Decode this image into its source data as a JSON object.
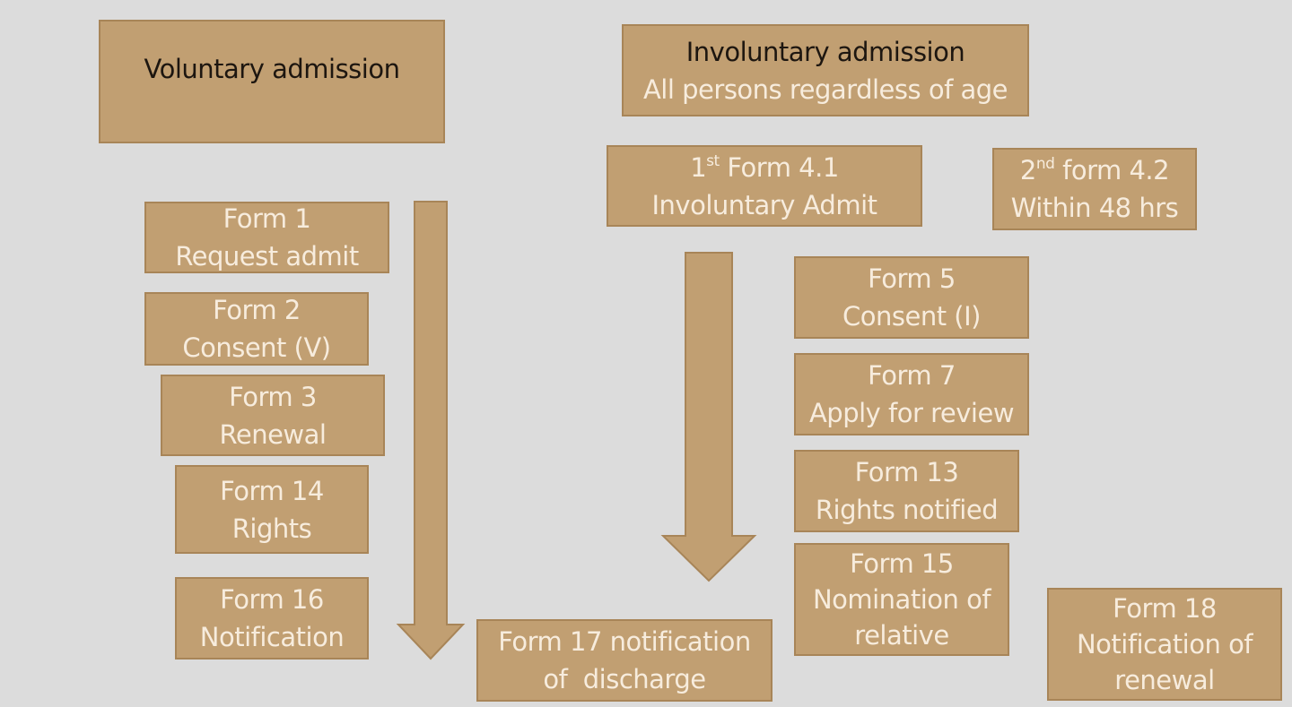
{
  "colors": {
    "background": "#dcdcdc",
    "box_fill": "#c19f72",
    "box_border": "#a88558",
    "box_text": "#f7ecdd",
    "header_text": "#1d1610"
  },
  "voluntary": {
    "title": "Voluntary admission",
    "forms": [
      {
        "line1": "Form 1",
        "line2": "Request admit"
      },
      {
        "line1": "Form 2",
        "line2": "Consent (V)"
      },
      {
        "line1": "Form 3",
        "line2": "Renewal"
      },
      {
        "line1": "Form 14",
        "line2": "Rights"
      },
      {
        "line1": "Form 16",
        "line2": "Notification"
      }
    ]
  },
  "involuntary": {
    "title": "Involuntary admission",
    "subtitle": "All persons regardless of age",
    "first_form": {
      "ordinal_num": "1",
      "ordinal_sup": "st",
      "label": "Form 4.1",
      "line2": "Involuntary Admit"
    },
    "second_form": {
      "ordinal_num": "2",
      "ordinal_sup": "nd",
      "label": "form 4.2",
      "line2": "Within 48 hrs"
    },
    "forms": [
      {
        "line1": "Form 5",
        "line2": "Consent (I)"
      },
      {
        "line1": "Form 7",
        "line2": "Apply for review"
      },
      {
        "line1": "Form 13",
        "line2": "Rights notified"
      },
      {
        "line1": "Form 15",
        "line2": "Nomination of",
        "line3": "relative"
      },
      {
        "line1": "Form 18",
        "line2": "Notification of",
        "line3": "renewal"
      }
    ]
  },
  "discharge": {
    "line1": "Form 17 notification",
    "line2": "of  discharge"
  }
}
